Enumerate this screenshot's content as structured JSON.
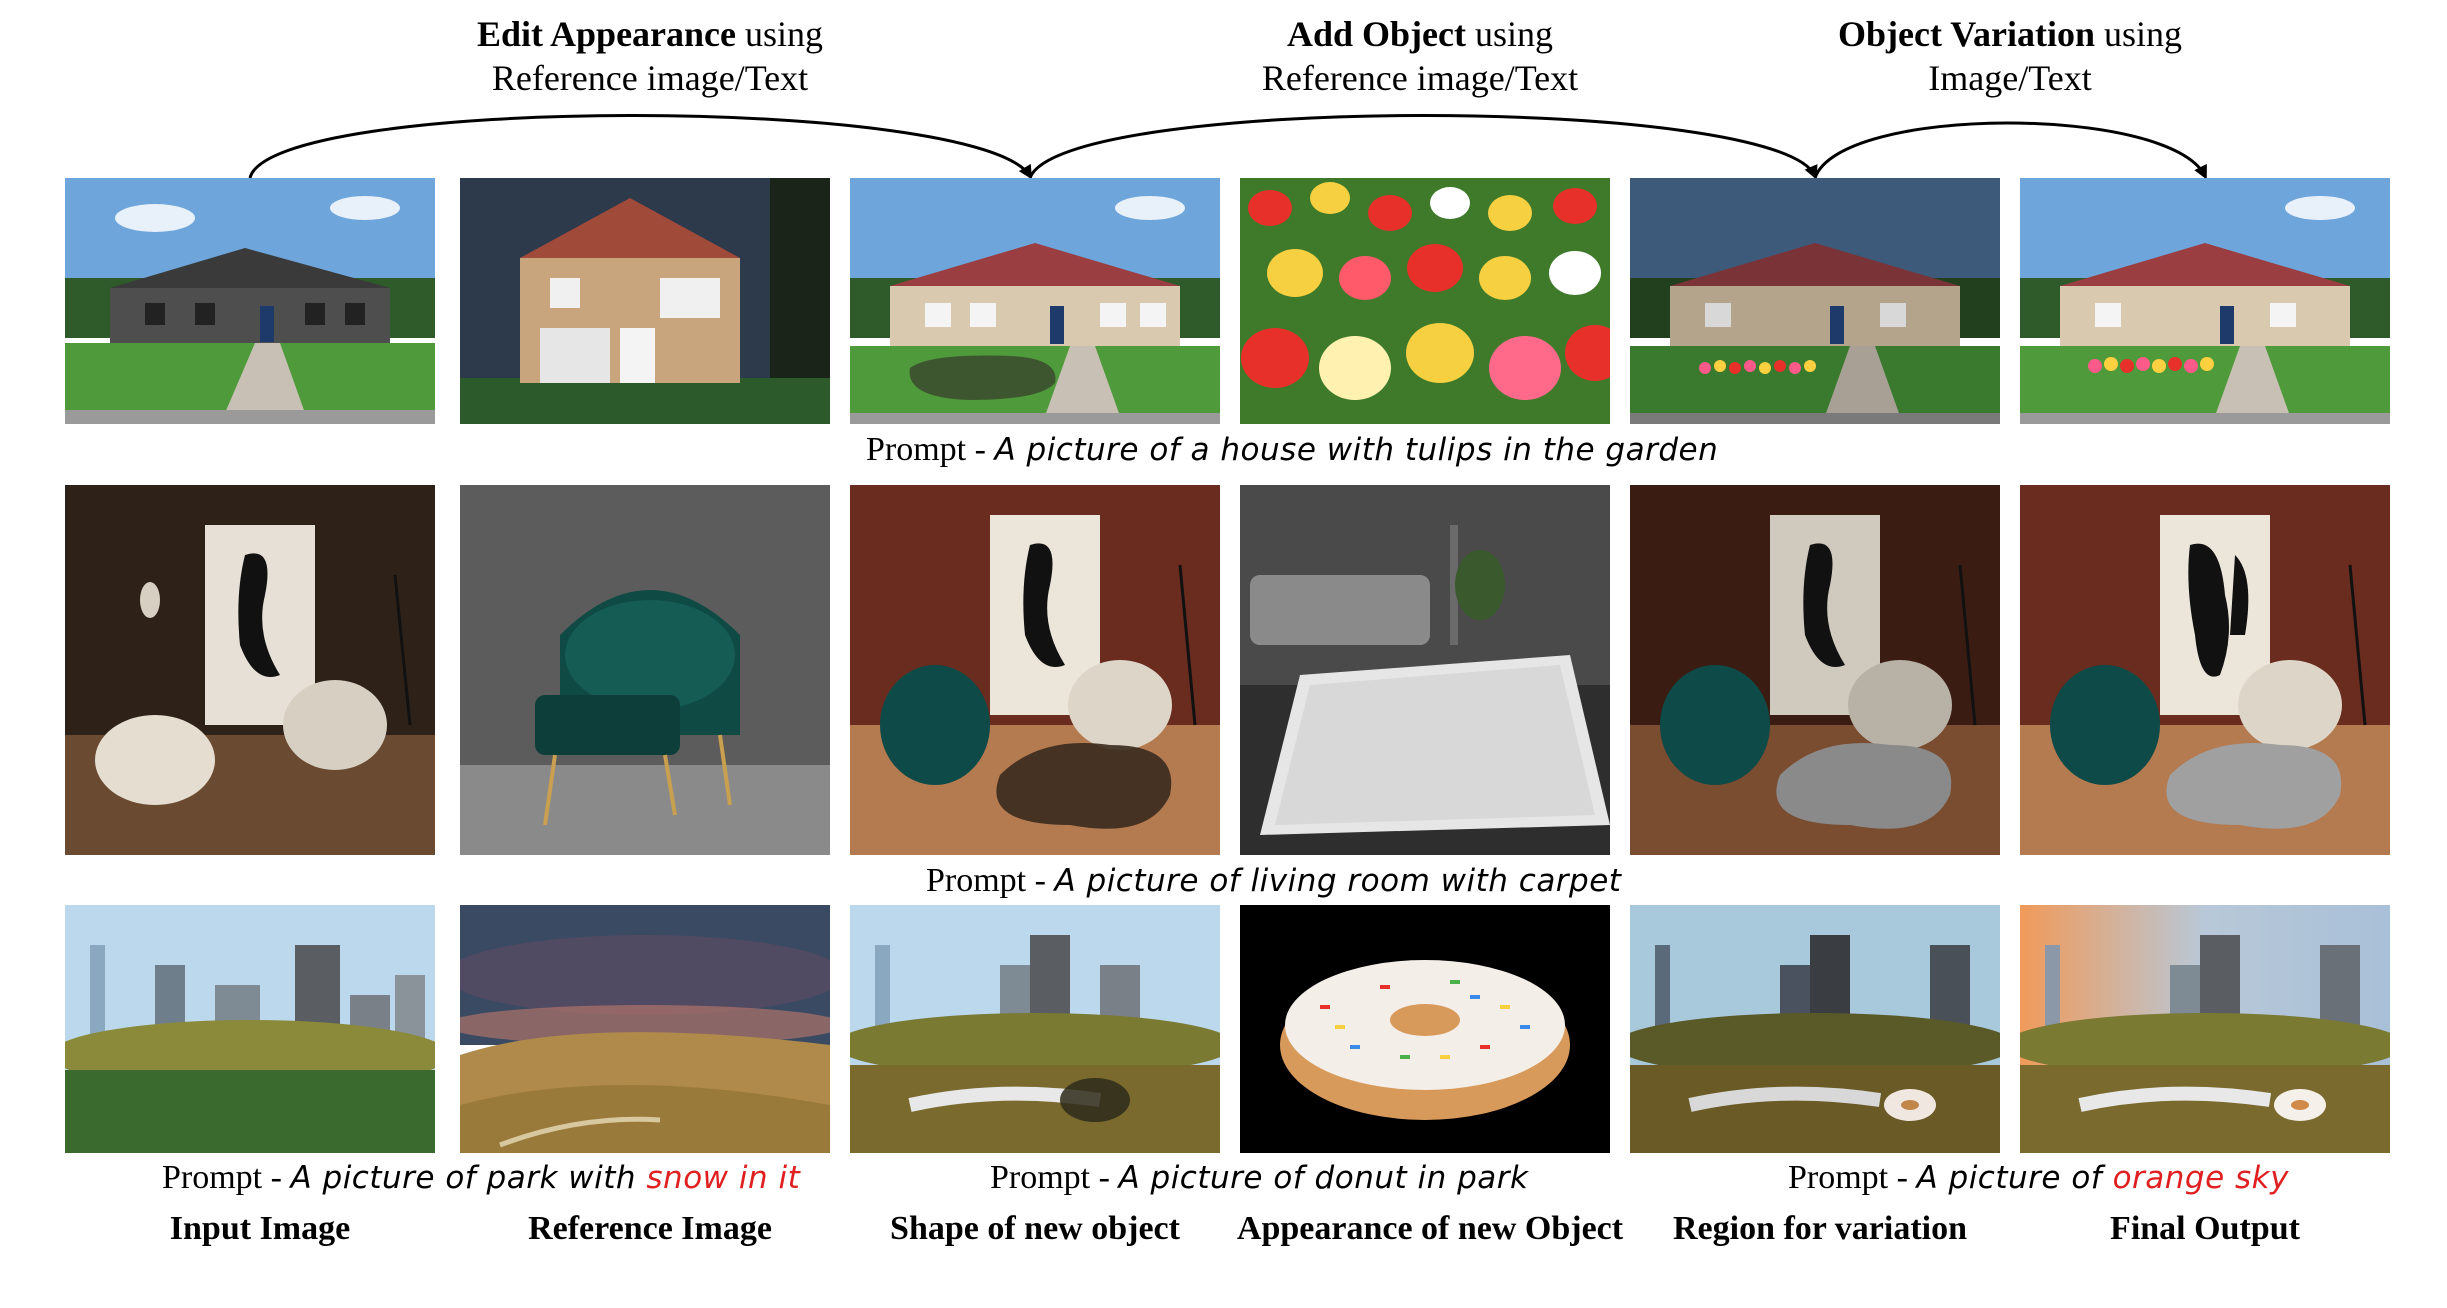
{
  "stages": [
    {
      "bold": "Edit Appearance",
      "rest": " using",
      "line2": "Reference image/Text"
    },
    {
      "bold": "Add Object",
      "rest": " using",
      "line2": "Reference image/Text"
    },
    {
      "bold": "Object Variation",
      "rest": " using",
      "line2": "Image/Text"
    }
  ],
  "rows": [
    {
      "prompt_prefix": "Prompt - ",
      "prompt_text": "A picture of a house with tulips in the garden",
      "prompt_highlight": ""
    },
    {
      "prompt_prefix": "Prompt - ",
      "prompt_text": "A picture of  living room with carpet",
      "prompt_highlight": ""
    },
    {
      "prompts": [
        {
          "prefix": "Prompt - ",
          "text": "A picture of park with ",
          "highlight": "snow in it"
        },
        {
          "prefix": "Prompt - ",
          "text": "A picture of donut in park",
          "highlight": ""
        },
        {
          "prefix": "Prompt - ",
          "text": "A picture of ",
          "highlight": "orange sky"
        }
      ]
    }
  ],
  "column_labels": [
    "Input Image",
    "Reference Image",
    "Shape of new object",
    "Appearance of new Object",
    "Region for variation",
    "Final Output"
  ],
  "colors": {
    "highlight": "#e02020",
    "arrow": "#000000"
  }
}
